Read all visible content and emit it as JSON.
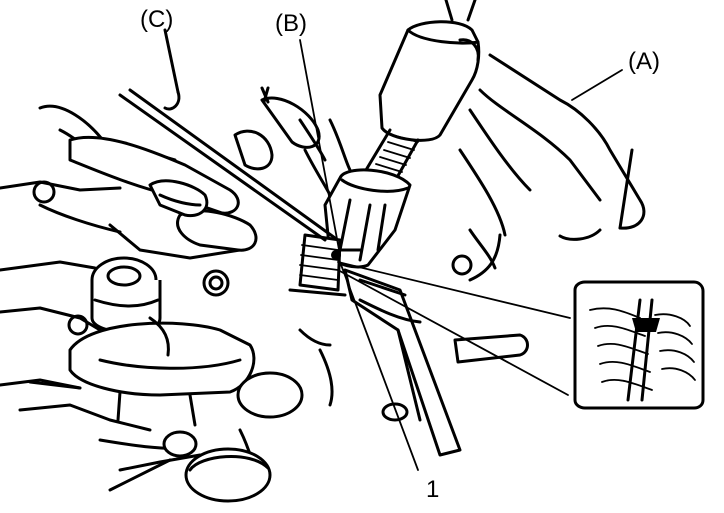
{
  "labels": {
    "a": "(A)",
    "b": "(B)",
    "c": "(C)",
    "one": "1"
  },
  "colors": {
    "ink": "#000000",
    "paper": "#ffffff"
  }
}
